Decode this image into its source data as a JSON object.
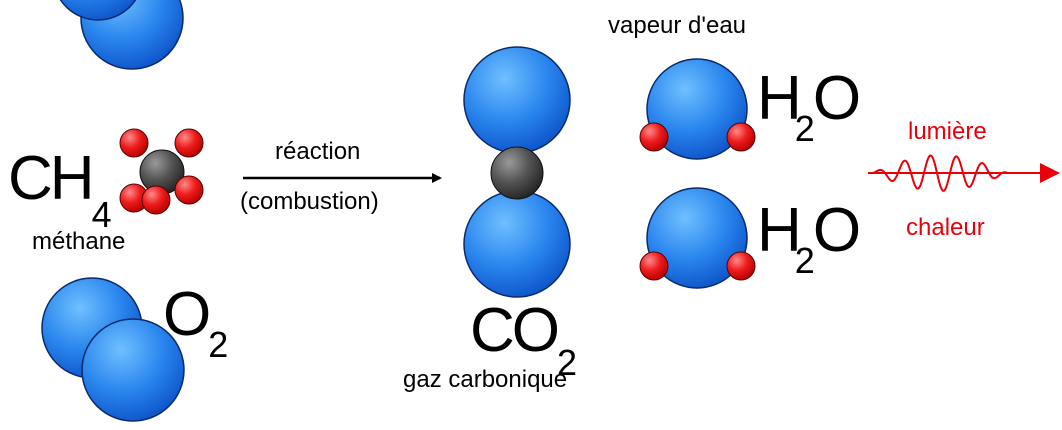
{
  "colors": {
    "oxygen": "#1f6fe8",
    "hydrogen": "#e8000b",
    "carbon": "#4a4a4a",
    "energy": "#e8000b",
    "ink": "#000000"
  },
  "reactants": {
    "methane": {
      "formula_main": "CH",
      "formula_sub": "4",
      "name": "méthane"
    },
    "oxygen": {
      "formula_main": "O",
      "formula_sub": "2"
    }
  },
  "reaction": {
    "label": "réaction",
    "sublabel": "(combustion)"
  },
  "products": {
    "co2": {
      "formula_main": "CO",
      "formula_sub": "2",
      "name": "gaz carbonique"
    },
    "water": {
      "name": "vapeur d'eau",
      "molecules": [
        {
          "formula_h": "H",
          "formula_sub": "2",
          "formula_o": "O"
        },
        {
          "formula_h": "H",
          "formula_sub": "2",
          "formula_o": "O"
        }
      ]
    }
  },
  "energy": {
    "light": "lumière",
    "heat": "chaleur"
  }
}
